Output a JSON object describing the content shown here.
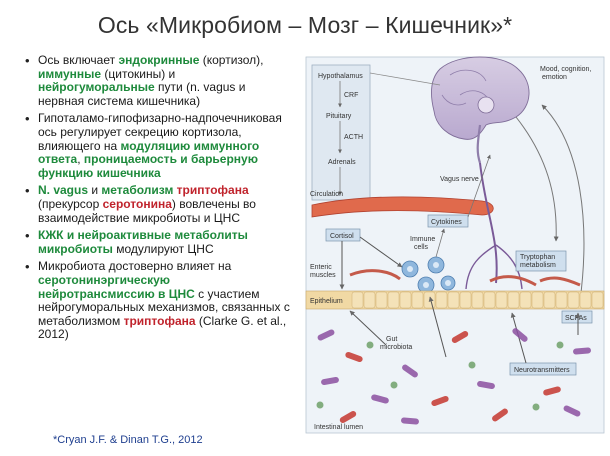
{
  "title": "Ось «Микробиом – Мозг – Кишечник»*",
  "bullets": [
    [
      {
        "t": "Ось включает ",
        "s": ""
      },
      {
        "t": "эндокринные",
        "s": "g"
      },
      {
        "t": " (кортизол), ",
        "s": ""
      },
      {
        "t": "иммунные",
        "s": "g"
      },
      {
        "t": " (цитокины) и ",
        "s": ""
      },
      {
        "t": "нейрогуморальные",
        "s": "g"
      },
      {
        "t": " пути (n. vagus и нервная система кишечника)",
        "s": ""
      }
    ],
    [
      {
        "t": "Гипоталамо-гипофизарно-надпочечниковая ось регулирует секрецию кортизола,  влияющего на ",
        "s": ""
      },
      {
        "t": "модуляцию иммунного ответа",
        "s": "g"
      },
      {
        "t": ", ",
        "s": ""
      },
      {
        "t": "проницаемость и барьерную функцию кишечника",
        "s": "g"
      }
    ],
    [
      {
        "t": "N. vagus",
        "s": "g"
      },
      {
        "t": " и ",
        "s": ""
      },
      {
        "t": "метаболизм",
        "s": "g"
      },
      {
        "t": " ",
        "s": ""
      },
      {
        "t": "триптофана",
        "s": "r"
      },
      {
        "t": " (прекурсор ",
        "s": ""
      },
      {
        "t": "серотонина",
        "s": "r"
      },
      {
        "t": ") вовлечены во взаимодействие микробиоты и ЦНС",
        "s": ""
      }
    ],
    [
      {
        "t": "КЖК и нейроактивные метаболиты микробиоты",
        "s": "g"
      },
      {
        "t": " модулируют ЦНС",
        "s": ""
      }
    ],
    [
      {
        "t": "Микробиота достоверно влияет на ",
        "s": ""
      },
      {
        "t": "серотонинэргическую нейротрансмиссию в ЦНС",
        "s": "g"
      },
      {
        "t": " с участием нейрогуморальных механизмов, связанных с метаболизмом ",
        "s": ""
      },
      {
        "t": "триптофана",
        "s": "r"
      },
      {
        "t": " (Clarke G. et al., 2012)",
        "s": ""
      }
    ]
  ],
  "footnote": "*Cryan J.F. & Dinan T.G., 2012",
  "diagram": {
    "hypothalamus": "Hypothalamus",
    "crf": "CRF",
    "pituitary": "Pituitary",
    "acth": "ACTH",
    "adrenals": "Adrenals",
    "mood": "Mood, cognition,",
    "emotion": "emotion",
    "vagus": "Vagus nerve",
    "circulation": "Circulation",
    "cytokines": "Cytokines",
    "cortisol": "Cortisol",
    "immune1": "Immune",
    "immune2": "cells",
    "tryptophan1": "Tryptophan",
    "tryptophan2": "metabolism",
    "enteric1": "Enteric",
    "enteric2": "muscles",
    "epithelium": "Epithelium",
    "gut1": "Gut",
    "gut2": "microbiota",
    "scfas": "SCFAs",
    "neuro": "Neurotransmitters",
    "lumen": "Intestinal lumen"
  },
  "colors": {
    "green": "#1e8a3c",
    "red": "#c0232c",
    "footnote": "#1f3f8f",
    "box_fill": "#dbe8f2",
    "epithelium": "#f1d9a4",
    "microbe_purple": "#8b4fa0",
    "microbe_red": "#c4362f"
  }
}
